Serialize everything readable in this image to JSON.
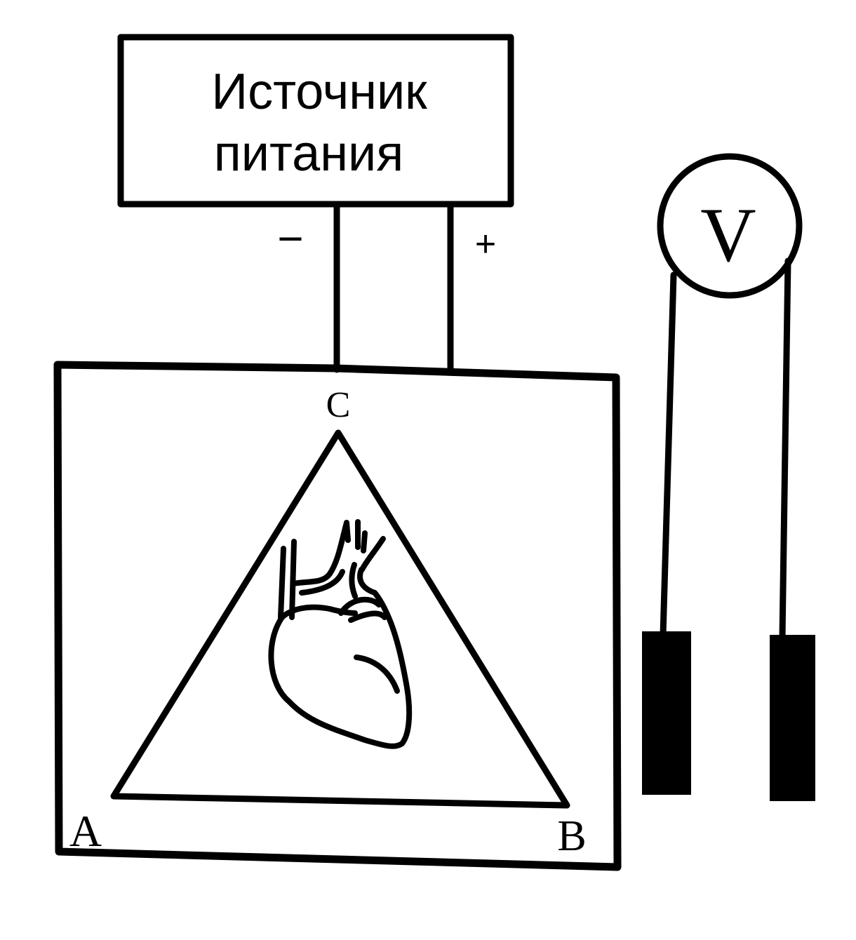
{
  "power_supply": {
    "label_line1": "Источник",
    "label_line2": "питания",
    "minus_label": "−",
    "plus_label": "+"
  },
  "voltmeter": {
    "label": "V"
  },
  "vertices": {
    "a": "A",
    "b": "B",
    "c": "C"
  }
}
